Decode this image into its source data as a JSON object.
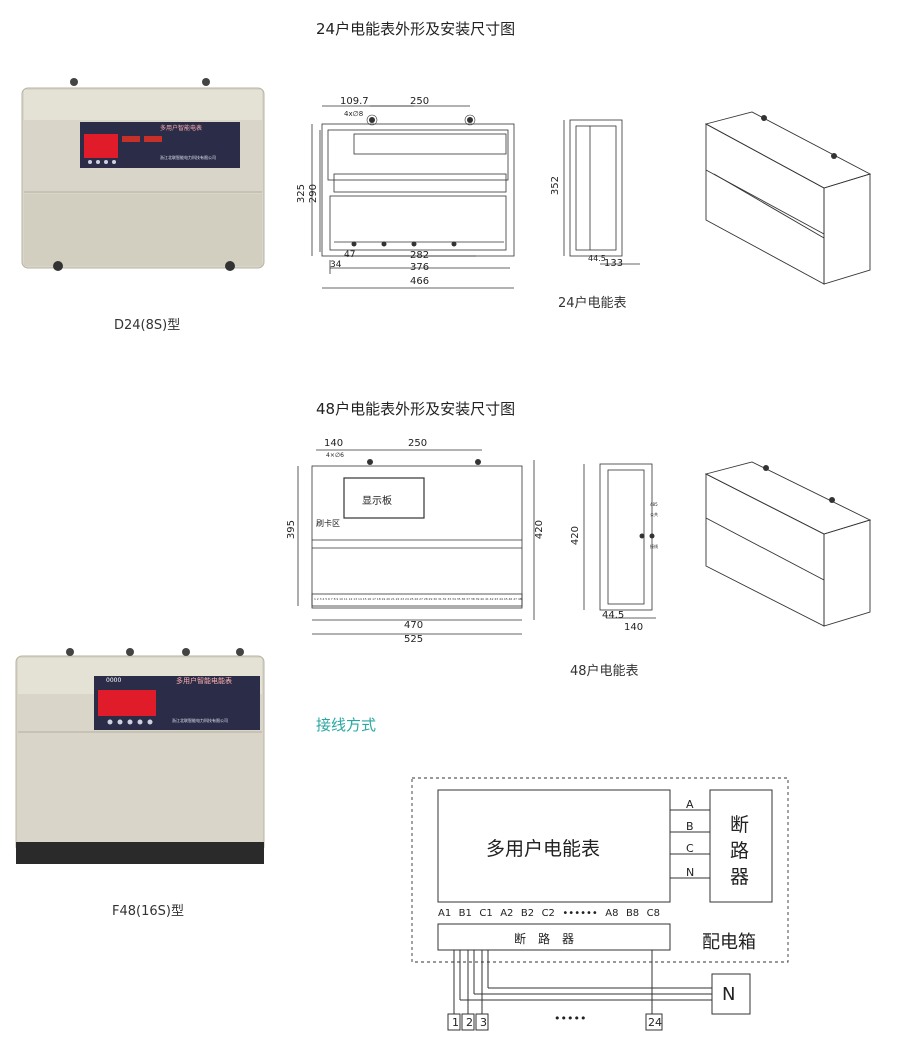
{
  "titles": {
    "t24": "24户电能表外形及安装尺寸图",
    "t48": "48户电能表外形及安装尺寸图",
    "wiring": "接线方式"
  },
  "captions": {
    "d24": "D24(8S)型",
    "f48": "F48(16S)型",
    "m24": "24户电能表",
    "m48": "48户电能表"
  },
  "device_labels": {
    "d24_panel": "多用户智能电表",
    "d24_company": "浙江北联智能电力科技有限公司",
    "f48_panel": "多用户智能电能表",
    "f48_company": "浙江北联智能电力科技有限公司",
    "f48_digits": "0000"
  },
  "dims24": {
    "d109": "109.7",
    "d250": "250",
    "holes": "4x∅8",
    "d325": "325",
    "d290": "290",
    "d34": "34",
    "d47": "47",
    "d282": "282",
    "d376": "376",
    "d466": "466",
    "d352": "352",
    "d44": "44.5",
    "d133": "133"
  },
  "dims48": {
    "d140": "140",
    "d250": "250",
    "holes": "4×∅6",
    "d395": "395",
    "d420": "420",
    "d470": "470",
    "d525": "525",
    "side420": "420",
    "d44": "44.5",
    "side140": "140",
    "display": "显示板",
    "card": "刷卡区",
    "terminals": [
      "1",
      "2",
      "3",
      "4",
      "5",
      "6",
      "7",
      "8",
      "9",
      "10",
      "11",
      "12",
      "13",
      "14",
      "15",
      "16",
      "17",
      "18",
      "19",
      "20",
      "21",
      "22",
      "23",
      "24",
      "25",
      "26",
      "27",
      "28",
      "29",
      "30",
      "31",
      "32",
      "33",
      "34",
      "35",
      "36",
      "37",
      "38",
      "39",
      "40",
      "41",
      "42",
      "43",
      "44",
      "45",
      "46",
      "47",
      "48"
    ],
    "side_labels": [
      "485",
      "公共",
      "接线"
    ]
  },
  "wiring": {
    "meter": "多用户电能表",
    "breaker_right": "断路器",
    "phases": [
      "A",
      "B",
      "C",
      "N"
    ],
    "terminals": [
      "A1",
      "B1",
      "C1",
      "A2",
      "B2",
      "C2",
      "••••••",
      "A8",
      "B8",
      "C8"
    ],
    "breaker_row": "断　路　器",
    "box": "配电箱",
    "n_box": "N",
    "bottom": [
      "1",
      "2",
      "3",
      "•••••",
      "24"
    ]
  }
}
